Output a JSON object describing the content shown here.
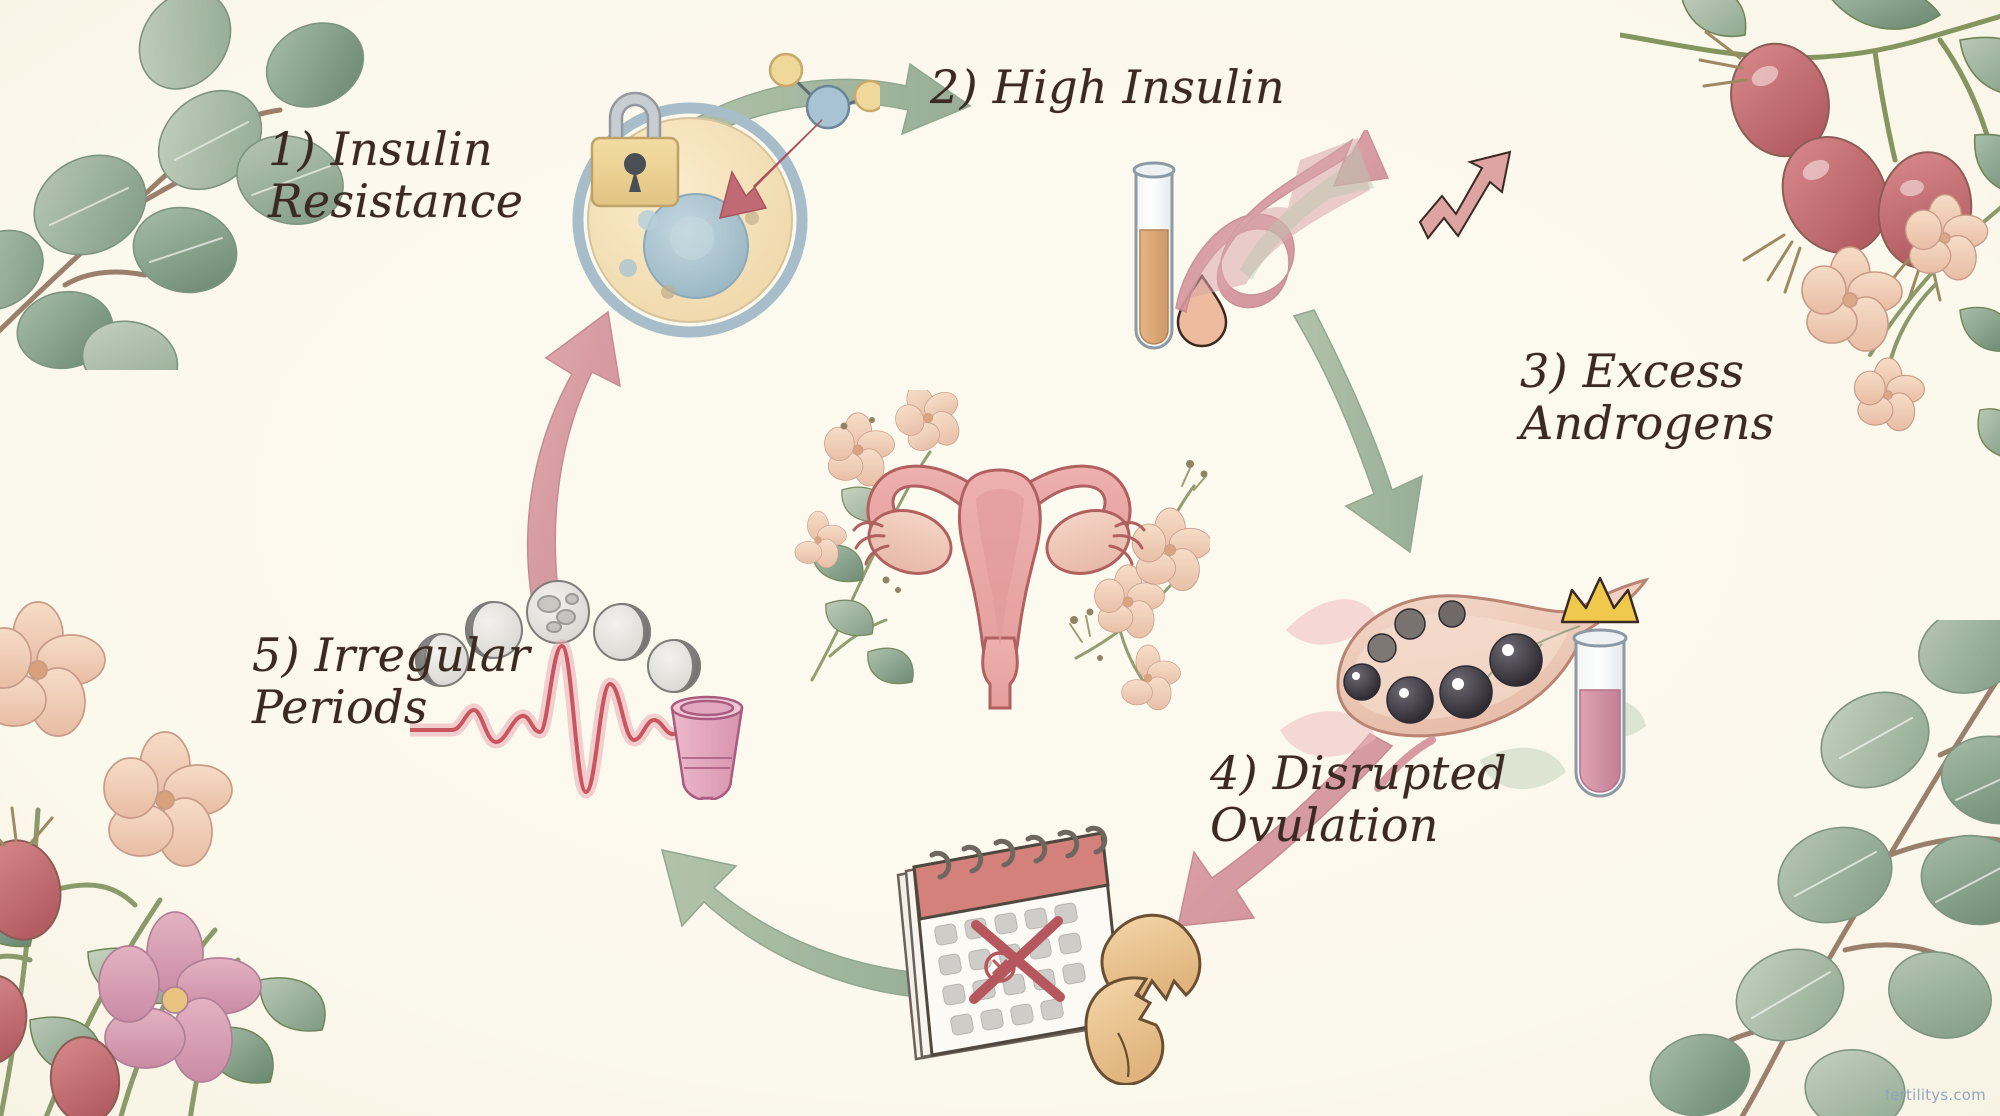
{
  "meta": {
    "background_color": "#fbf8ec",
    "ink_color": "#3b2a22",
    "arrow_green": "#9eb49b",
    "arrow_pink": "#d79aa2",
    "watermark_color": "#8fa3bd"
  },
  "watermark": {
    "text": "fertilitys.com"
  },
  "steps": [
    {
      "id": "step-1",
      "number": "1)",
      "label": "1) Insulin\nResistance",
      "icons": [
        "padlock-icon",
        "cell-icon",
        "insulin-molecule-icon",
        "blocked-arrow-icon"
      ]
    },
    {
      "id": "step-2",
      "number": "2)",
      "label": "2) High Insulin",
      "icons": [
        "test-tube-icon",
        "blood-drop-icon",
        "rising-curve-arrow-icon",
        "trend-up-icon"
      ]
    },
    {
      "id": "step-3",
      "number": "3)",
      "label": "3) Excess\nAndrogens",
      "icons": [
        "polycystic-ovary-icon",
        "crown-icon",
        "hormone-test-tube-icon"
      ]
    },
    {
      "id": "step-4",
      "number": "4)",
      "label": "4) Disrupted\nOvulation",
      "icons": [
        "calendar-icon",
        "crossed-out-date-icon",
        "cracked-egg-icon"
      ]
    },
    {
      "id": "step-5",
      "number": "5)",
      "label": "5) Irregular\nPeriods",
      "icons": [
        "moon-phases-icon",
        "irregular-wave-icon",
        "menstrual-cup-icon"
      ]
    }
  ],
  "center": {
    "illustration": "uterus-illustration",
    "accents": [
      "floral-sprig-left",
      "floral-sprig-right"
    ]
  },
  "flow_arrows": [
    {
      "id": "arrow-1-to-2",
      "from": "step-1",
      "to": "step-2",
      "color": "#9eb49b"
    },
    {
      "id": "arrow-2-to-3",
      "from": "step-2",
      "to": "step-3",
      "color": "#9eb49b"
    },
    {
      "id": "arrow-3-to-4",
      "from": "step-3",
      "to": "step-4",
      "color": "#d79aa2"
    },
    {
      "id": "arrow-4-to-5",
      "from": "step-4",
      "to": "step-5",
      "color": "#9eb49b"
    },
    {
      "id": "arrow-5-to-1",
      "from": "step-5",
      "to": "step-1",
      "color": "#d79aa2"
    }
  ],
  "decorations": {
    "corners": [
      {
        "id": "top-left-eucalyptus",
        "name": "eucalyptus-branch"
      },
      {
        "id": "top-right-rosehips",
        "name": "rosehip-branch"
      },
      {
        "id": "right-blossoms",
        "name": "peach-blossom-sprig"
      },
      {
        "id": "bottom-left-flowers",
        "name": "wildflower-cluster"
      },
      {
        "id": "bottom-right-eucalyptus",
        "name": "eucalyptus-branch"
      }
    ]
  }
}
